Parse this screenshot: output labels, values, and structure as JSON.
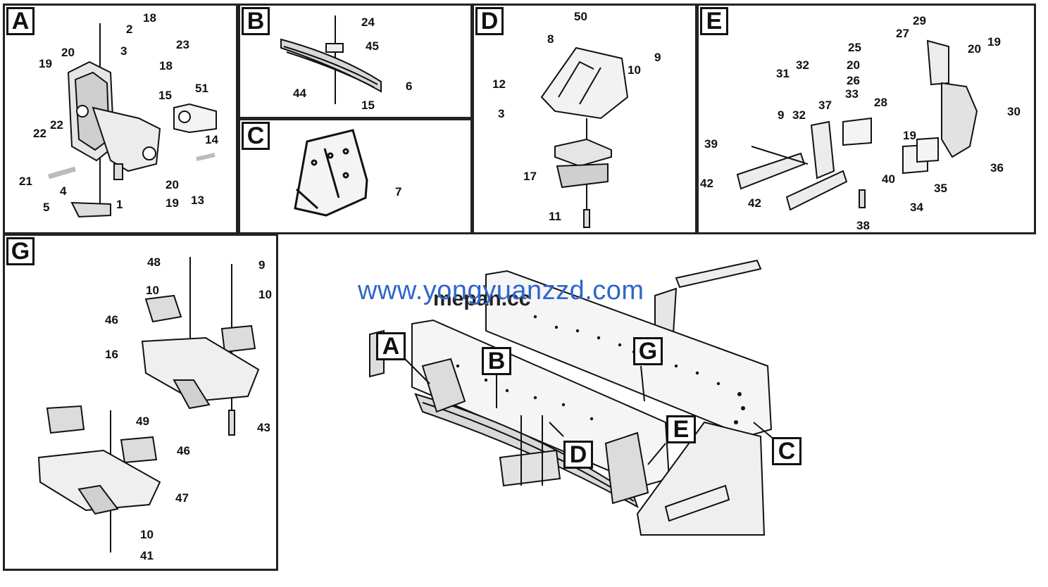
{
  "watermarks": {
    "main": "www.yongyuanzzd.com",
    "overlay": "mepan.cc"
  },
  "panels": {
    "A": {
      "tag": "A",
      "labels": [
        "2",
        "18",
        "3",
        "23",
        "18",
        "20",
        "19",
        "15",
        "51",
        "22",
        "22",
        "14",
        "21",
        "4",
        "20",
        "13",
        "5",
        "1",
        "19"
      ]
    },
    "B": {
      "tag": "B",
      "labels": [
        "24",
        "45",
        "44",
        "6",
        "15"
      ]
    },
    "C": {
      "tag": "C",
      "labels": [
        "7"
      ]
    },
    "D": {
      "tag": "D",
      "labels": [
        "50",
        "8",
        "10",
        "9",
        "12",
        "3",
        "17",
        "11"
      ]
    },
    "E": {
      "tag": "E",
      "labels": [
        "29",
        "25",
        "27",
        "19",
        "20",
        "20",
        "31",
        "32",
        "26",
        "33",
        "28",
        "30",
        "9",
        "32",
        "37",
        "19",
        "39",
        "40",
        "42",
        "36",
        "35",
        "42",
        "34",
        "38"
      ]
    },
    "G": {
      "tag": "G",
      "labels": [
        "48",
        "9",
        "10",
        "10",
        "46",
        "16",
        "43",
        "49",
        "46",
        "47",
        "10",
        "41"
      ]
    }
  },
  "overview_callouts": [
    "A",
    "B",
    "G",
    "D",
    "E",
    "C"
  ]
}
